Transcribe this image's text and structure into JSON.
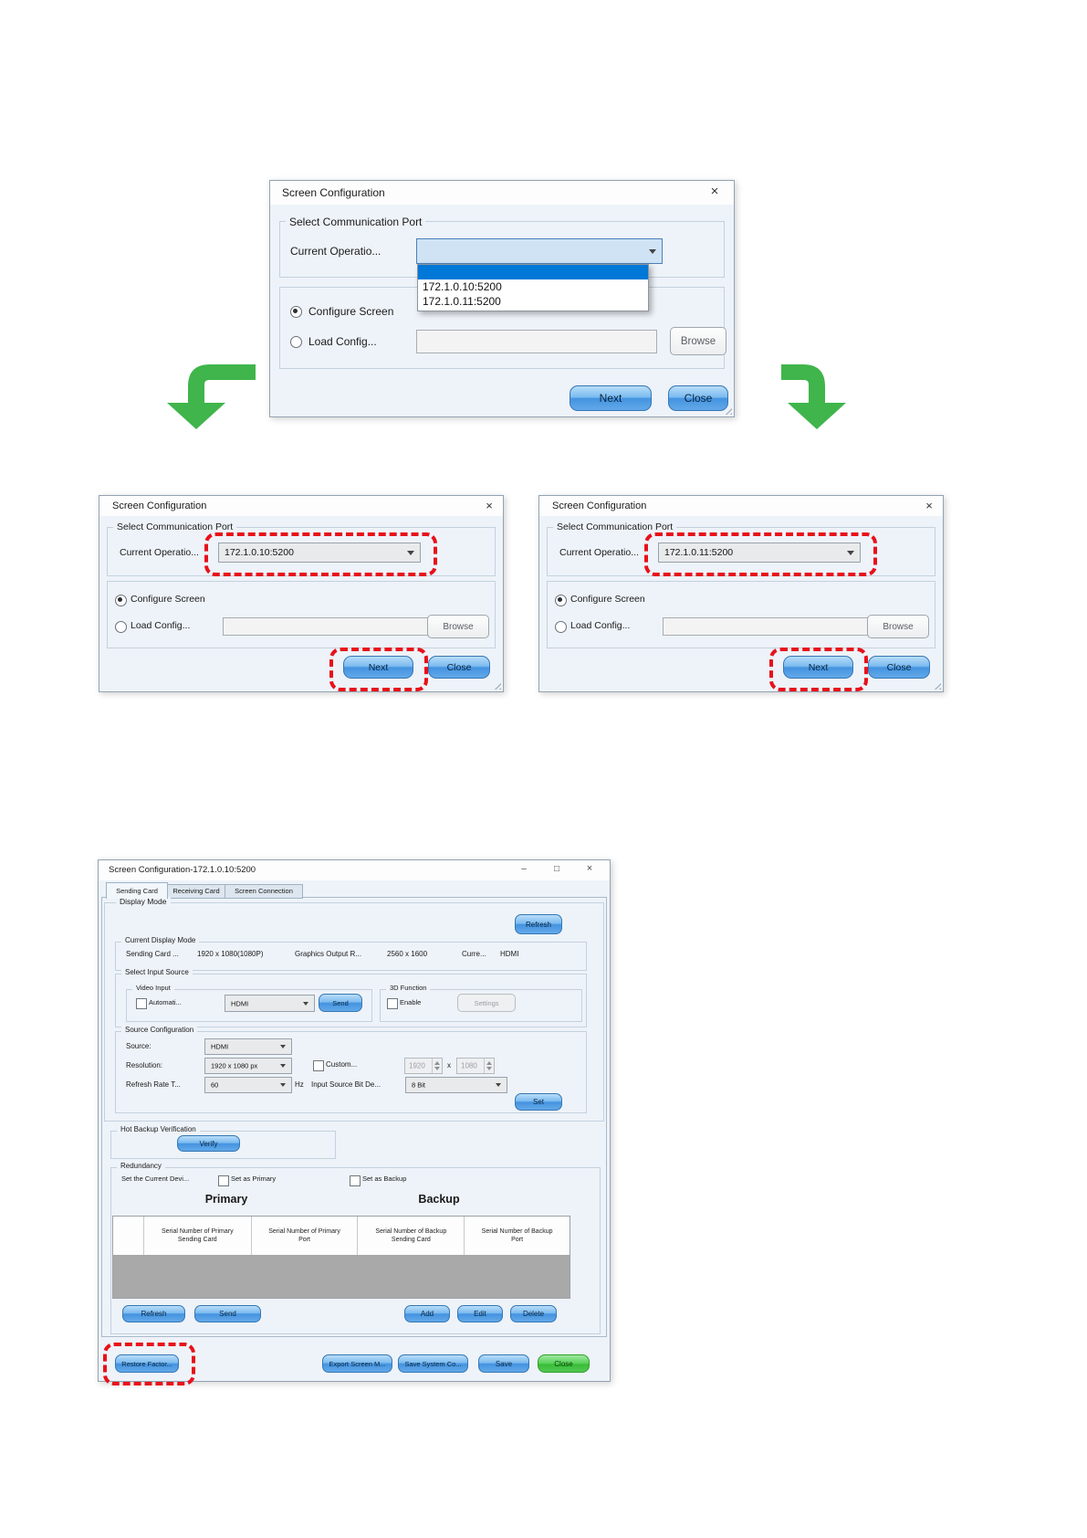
{
  "colors": {
    "highlight_blue": "#0078d7",
    "green_arrow": "#3fb54b",
    "red_dashed": "#e8111a",
    "dialog_bg": "#eef3f9"
  },
  "port_options": [
    "172.1.0.10:5200",
    "172.1.0.11:5200"
  ],
  "dialog_top": {
    "title": "Screen Configuration",
    "close_icon": "×",
    "group_port_label": "Select Communication Port",
    "current_op_label": "Current Operatio...",
    "option1": "172.1.0.10:5200",
    "option2": "172.1.0.11:5200",
    "configure_screen_label": "Configure Screen",
    "load_config_label": "Load Config...",
    "browse_label": "Browse",
    "next_label": "Next",
    "close_label": "Close"
  },
  "dialog_left": {
    "title": "Screen Configuration",
    "close_icon": "×",
    "group_port_label": "Select Communication Port",
    "current_op_label": "Current Operatio...",
    "selected_port": "172.1.0.10:5200",
    "configure_screen_label": "Configure Screen",
    "load_config_label": "Load Config...",
    "browse_label": "Browse",
    "next_label": "Next",
    "close_label": "Close"
  },
  "dialog_right": {
    "title": "Screen Configuration",
    "close_icon": "×",
    "group_port_label": "Select Communication Port",
    "current_op_label": "Current Operatio...",
    "selected_port": "172.1.0.11:5200",
    "configure_screen_label": "Configure Screen",
    "load_config_label": "Load Config...",
    "browse_label": "Browse",
    "next_label": "Next",
    "close_label": "Close"
  },
  "dialog_main": {
    "title": "Screen Configuration-172.1.0.10:5200",
    "window_controls": {
      "minimize": "–",
      "maximize": "□",
      "close": "×"
    },
    "tabs": [
      "Sending Card",
      "Receiving Card",
      "Screen Connection"
    ],
    "display_mode": {
      "label": "Display Mode",
      "refresh_label": "Refresh",
      "current": {
        "label": "Current Display Mode",
        "sending_card_label": "Sending Card ...",
        "sending_card_value": "1920 x 1080(1080P)",
        "graphics_output_label": "Graphics Output R...",
        "graphics_output_value": "2560 x 1600",
        "current_label": "Curre...",
        "current_value": "HDMI"
      }
    },
    "input_source": {
      "label": "Select Input Source",
      "video_input": {
        "label": "Video Input",
        "auto_label": "Automati...",
        "source_value": "HDMI",
        "send_label": "Send"
      },
      "three_d": {
        "label": "3D Function",
        "enable_label": "Enable",
        "settings_label": "Settings"
      }
    },
    "source_config": {
      "label": "Source Configuration",
      "source_label": "Source:",
      "source_value": "HDMI",
      "resolution_label": "Resolution:",
      "resolution_value": "1920 x 1080 px",
      "custom_label": "Custom...",
      "custom_width": "1920",
      "times_label": "x",
      "custom_height": "1080",
      "refresh_rate_label": "Refresh Rate T...",
      "refresh_rate_value": "60",
      "hz_label": "Hz",
      "bit_depth_label": "Input Source Bit De...",
      "bit_depth_value": "8 Bit",
      "set_label": "Set"
    },
    "hot_backup": {
      "label": "Hot Backup Verification",
      "verify_label": "Verify"
    },
    "redundancy": {
      "label": "Redundancy",
      "set_current_label": "Set the Current Devi...",
      "set_primary_label": "Set as Primary",
      "set_backup_label": "Set as Backup",
      "primary_header": "Primary",
      "backup_header": "Backup",
      "col_primary_card": "Serial Number of Primary Sending Card",
      "col_primary_port": "Serial Number of Primary Port",
      "col_backup_card": "Serial Number of Backup Sending Card",
      "col_backup_port": "Serial Number of Backup Port",
      "refresh_label": "Refresh",
      "send_label": "Send",
      "add_label": "Add",
      "edit_label": "Edit",
      "delete_label": "Delete"
    },
    "footer": {
      "restore_label": "Restore Factor...",
      "export_label": "Export Screen M...",
      "save_system_label": "Save System Co...",
      "save_label": "Save",
      "close_label": "Close"
    }
  }
}
